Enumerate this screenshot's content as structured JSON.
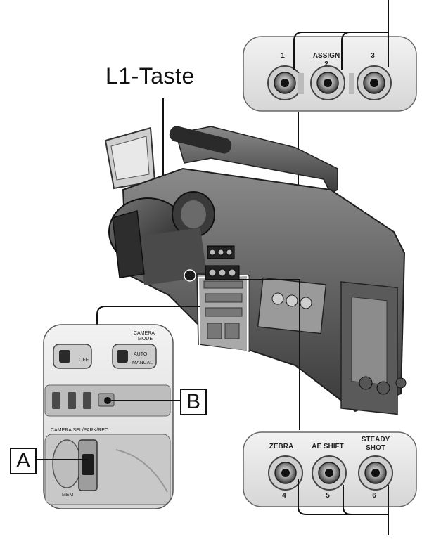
{
  "labels": {
    "title": "L1-Taste",
    "callout_a": "A",
    "callout_b": "B",
    "assign": "ASSIGN",
    "btn1": "1",
    "btn2": "2",
    "btn3": "3",
    "zebra": "ZEBRA",
    "ae_shift": "AE SHIFT",
    "steady": "STEADY",
    "shot": "SHOT",
    "btn4": "4",
    "btn5": "5",
    "btn6": "6",
    "camera_mode_1": "CAMERA",
    "camera_mode_2": "MODE",
    "auto": "AUTO",
    "manual": "MANUAL",
    "off": "OFF",
    "camera_sel": "CAMERA SEL/PARK/REC",
    "mem": "MEM"
  },
  "colors": {
    "panel": "#e9e9e9",
    "panel_stroke": "#555555",
    "body_dark": "#2b2b2b",
    "body_mid": "#6f6f6f",
    "body_light": "#bdbdbd",
    "line": "#111111"
  }
}
